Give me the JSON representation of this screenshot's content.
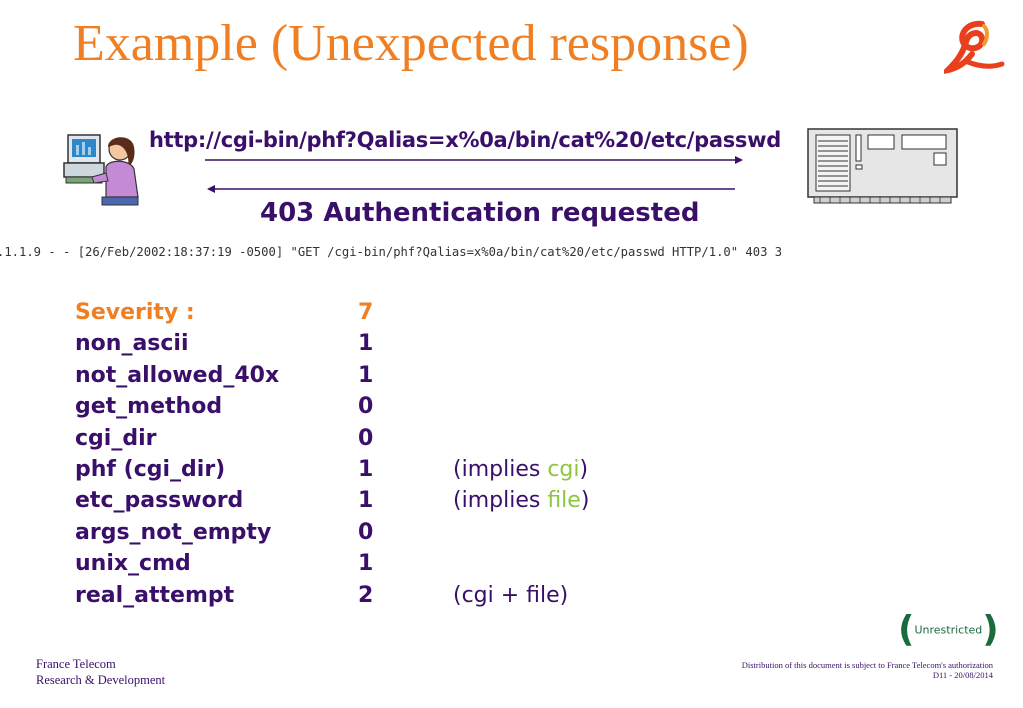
{
  "slide": {
    "title": "Example (Unexpected response)",
    "request_url": "http://cgi-bin/phf?Qalias=x%0a/bin/cat%20/etc/passwd",
    "response": "403 Authentication requested",
    "log_line": ".1.1.9 - - [26/Feb/2002:18:37:19 -0500] \"GET /cgi-bin/phf?Qalias=x%0a/bin/cat%20/etc/passwd HTTP/1.0\" 403 3"
  },
  "features": {
    "header": {
      "name": "Severity :",
      "value": "7"
    },
    "rows": [
      {
        "name": "non_ascii",
        "value": "1",
        "note_pre": "",
        "note_hl": "",
        "note_post": ""
      },
      {
        "name": "not_allowed_40x",
        "value": "1",
        "note_pre": "",
        "note_hl": "",
        "note_post": ""
      },
      {
        "name": "get_method",
        "value": "0",
        "note_pre": "",
        "note_hl": "",
        "note_post": ""
      },
      {
        "name": "cgi_dir",
        "value": "0",
        "note_pre": "",
        "note_hl": "",
        "note_post": ""
      },
      {
        "name": "phf (cgi_dir)",
        "value": "1",
        "note_pre": "(implies ",
        "note_hl": "cgi",
        "note_post": ")"
      },
      {
        "name": "etc_password",
        "value": "1",
        "note_pre": "(implies ",
        "note_hl": "file",
        "note_post": ")"
      },
      {
        "name": "args_not_empty",
        "value": "0",
        "note_pre": "",
        "note_hl": "",
        "note_post": ""
      },
      {
        "name": "unix_cmd",
        "value": "1",
        "note_pre": "",
        "note_hl": "",
        "note_post": ""
      },
      {
        "name": "real_attempt",
        "value": "2",
        "note_pre": "(cgi + file)",
        "note_hl": "",
        "note_post": ""
      }
    ]
  },
  "footer": {
    "org_line1": "France Telecom",
    "org_line2": "Research & Development",
    "disclaimer": "Distribution of this document is subject to France Telecom's authorization",
    "doc_ref": "D11 - 20/08/2014",
    "badge_open": "(",
    "badge_label": "Unrestricted",
    "badge_close": ")"
  },
  "colors": {
    "title": "#f07f23",
    "text": "#3a0f6a",
    "highlight": "#8cc63f",
    "badge": "#1a6b3d"
  },
  "icons": {
    "logo": "france-telecom-logo",
    "client": "person-at-computer-icon",
    "server": "server-icon"
  }
}
